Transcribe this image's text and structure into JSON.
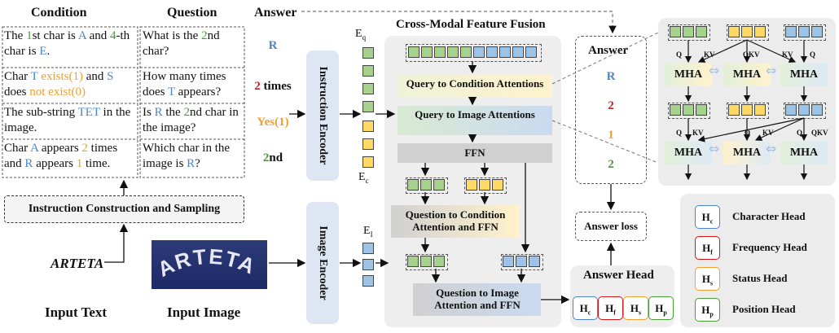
{
  "left_table": {
    "condition_header": "Condition",
    "question_header": "Question",
    "answer_header": "Answer",
    "rows": [
      {
        "condition": [
          [
            "The ",
            ""
          ],
          [
            "1",
            "green"
          ],
          [
            "st char is ",
            ""
          ],
          [
            "A",
            "blue"
          ],
          [
            " and ",
            ""
          ],
          [
            "4",
            "green"
          ],
          [
            "-th char is ",
            ""
          ],
          [
            "E",
            "blue"
          ],
          [
            ".",
            ""
          ]
        ],
        "question": [
          [
            "What is the ",
            ""
          ],
          [
            "2",
            "green"
          ],
          [
            "nd char?",
            ""
          ]
        ],
        "answer": [
          [
            "R",
            "blue"
          ]
        ]
      },
      {
        "condition": [
          [
            "Char ",
            ""
          ],
          [
            "T",
            "blue"
          ],
          [
            " exists(",
            "orange"
          ],
          [
            "1",
            "orange"
          ],
          [
            ")",
            "orange"
          ],
          [
            " and ",
            ""
          ],
          [
            "S",
            "blue"
          ],
          [
            " does ",
            ""
          ],
          [
            "not exist(",
            "orange"
          ],
          [
            "0",
            "orange"
          ],
          [
            ")",
            "orange"
          ]
        ],
        "question": [
          [
            "How many times does ",
            ""
          ],
          [
            "T",
            "blue"
          ],
          [
            " appears?",
            ""
          ]
        ],
        "answer": [
          [
            "2",
            "red"
          ],
          [
            " times",
            ""
          ]
        ]
      },
      {
        "condition": [
          [
            "The sub-string ",
            ""
          ],
          [
            "TET",
            "blue"
          ],
          [
            " in the image.",
            ""
          ]
        ],
        "question": [
          [
            "Is ",
            ""
          ],
          [
            "R",
            "blue"
          ],
          [
            " the ",
            ""
          ],
          [
            "2",
            "green"
          ],
          [
            "nd char in the image?",
            ""
          ]
        ],
        "answer": [
          [
            "Yes(",
            "orange"
          ],
          [
            "1",
            "orange"
          ],
          [
            ")",
            "orange"
          ]
        ]
      },
      {
        "condition": [
          [
            "Char ",
            ""
          ],
          [
            "A",
            "blue"
          ],
          [
            " appears ",
            ""
          ],
          [
            "2",
            "orange"
          ],
          [
            " times and ",
            ""
          ],
          [
            "R",
            "blue"
          ],
          [
            " appears ",
            ""
          ],
          [
            "1",
            "orange"
          ],
          [
            " time.",
            ""
          ]
        ],
        "question": [
          [
            "Which char in the image is ",
            ""
          ],
          [
            "R",
            "blue"
          ],
          [
            "?",
            ""
          ]
        ],
        "answer": [
          [
            "2",
            "green"
          ],
          [
            "nd",
            ""
          ]
        ]
      }
    ]
  },
  "instruction_box": "Instruction Construction and Sampling",
  "input_text_value": "ARTETA",
  "input_text_label": "Input Text",
  "input_image_label": "Input Image",
  "image_word": "ARTETA",
  "instruction_encoder": "Instruction Encoder",
  "image_encoder": "Image Encoder",
  "Eq": "E",
  "Eq_sub": "q",
  "Ec": "E",
  "Ec_sub": "c",
  "EI": "E",
  "EI_sub": "I",
  "fusion_title": "Cross-Modal Feature Fusion",
  "fusion_blocks": {
    "q2c": "Query to Condition Attentions",
    "q2i": "Query to Image Attentions",
    "ffn": "FFN",
    "qc_ffn": "Question to Condition Attention and FFN",
    "qi_ffn": "Question to Image Attention and FFN"
  },
  "answer_panel": {
    "title": "Answer",
    "values": [
      {
        "text": "R",
        "color": "#4f84c4"
      },
      {
        "text": "2",
        "color": "#d01818"
      },
      {
        "text": "1",
        "color": "#f0a030"
      },
      {
        "text": "2",
        "color": "#4a9a3a"
      }
    ]
  },
  "answer_loss": "Answer loss",
  "answer_head": "Answer Head",
  "mha": "MHA",
  "attn_labels": {
    "q": "Q",
    "kv": "KV",
    "qkv": "QKV"
  },
  "heads": [
    {
      "sym": "H",
      "sub": "c",
      "color": "#4f84c4",
      "name": "Character Head"
    },
    {
      "sym": "H",
      "sub": "f",
      "color": "#d01818",
      "name": "Frequency Head"
    },
    {
      "sym": "H",
      "sub": "s",
      "color": "#f0a030",
      "name": "Status Head"
    },
    {
      "sym": "H",
      "sub": "p",
      "color": "#4a9a3a",
      "name": "Position Head"
    }
  ]
}
